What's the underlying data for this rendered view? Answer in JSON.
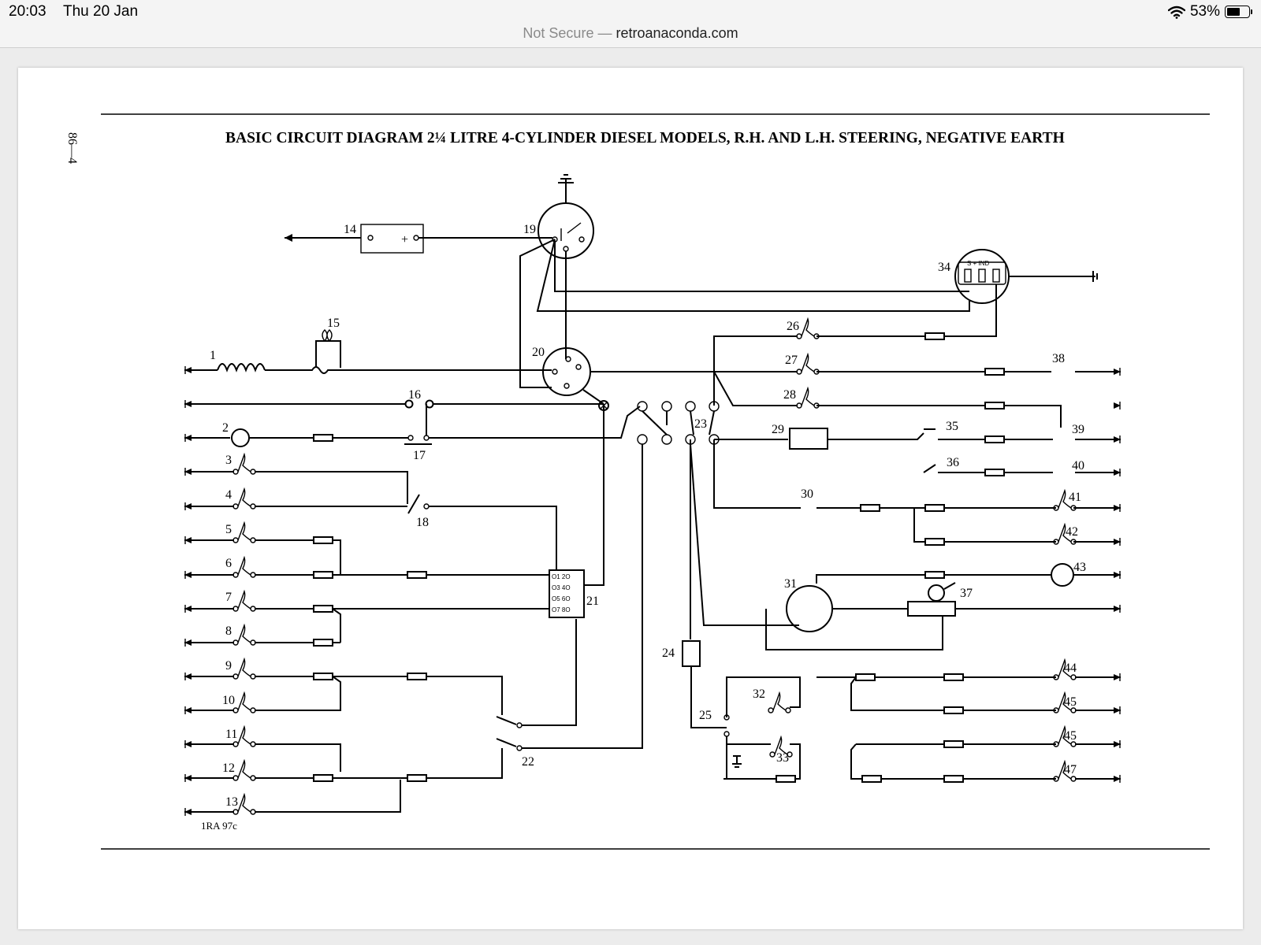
{
  "status_bar": {
    "time": "20:03",
    "date": "Thu 20 Jan",
    "battery_percent": "53%"
  },
  "url_bar": {
    "security": "Not Secure",
    "separator": "—",
    "domain": "retroanaconda.com"
  },
  "document": {
    "page_number": "86—4",
    "title": "BASIC CIRCUIT DIAGRAM 2¼ LITRE 4-CYLINDER DIESEL MODELS, R.H. AND L.H. STEERING, NEGATIVE  EARTH",
    "reference": "1RA 97c",
    "component_numbers": [
      "1",
      "2",
      "3",
      "4",
      "5",
      "6",
      "7",
      "8",
      "9",
      "10",
      "11",
      "12",
      "13",
      "14",
      "15",
      "16",
      "17",
      "18",
      "19",
      "20",
      "21",
      "22",
      "23",
      "24",
      "25",
      "26",
      "27",
      "28",
      "29",
      "30",
      "31",
      "32",
      "33",
      "34",
      "35",
      "36",
      "37",
      "38",
      "39",
      "40",
      "41",
      "42",
      "43",
      "44",
      "45",
      "45",
      "47"
    ],
    "gauge_label": "S + IND"
  }
}
